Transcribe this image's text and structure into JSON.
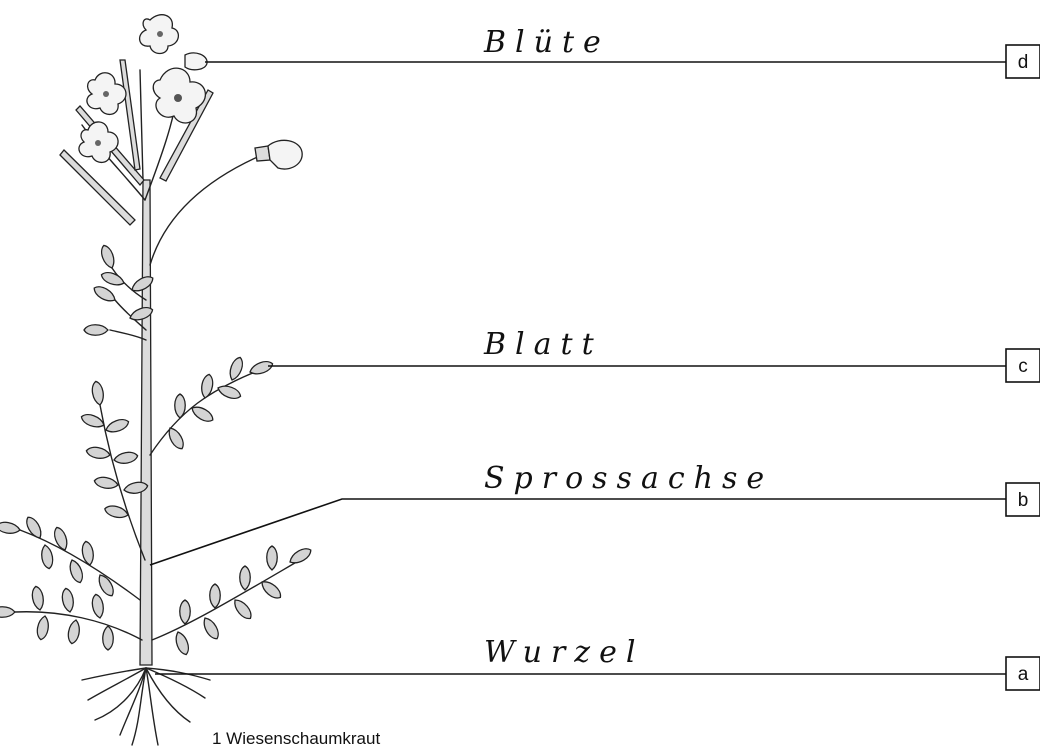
{
  "labels": {
    "bluete": "Blüte",
    "blatt": "Blatt",
    "sprossachse": "Sprossachse",
    "wurzel": "Wurzel"
  },
  "boxes": {
    "d": "d",
    "c": "c",
    "b": "b",
    "a": "a"
  },
  "caption": "1 Wiesenschaumkraut"
}
